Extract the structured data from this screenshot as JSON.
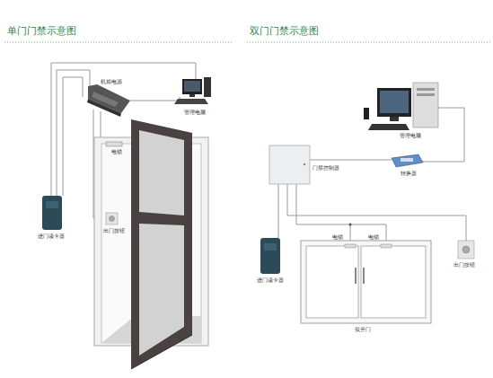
{
  "diagram": {
    "labels": [
      "单门门禁示意图",
      "机箱电源",
      "管理电脑",
      "电锁",
      "进门读卡器",
      "出门按钮",
      "双门门禁示意图",
      "管理电脑",
      "门禁控制器",
      "转换器",
      "电锁",
      "电锁",
      "进门读卡器",
      "出门按钮",
      "双开门"
    ]
  }
}
